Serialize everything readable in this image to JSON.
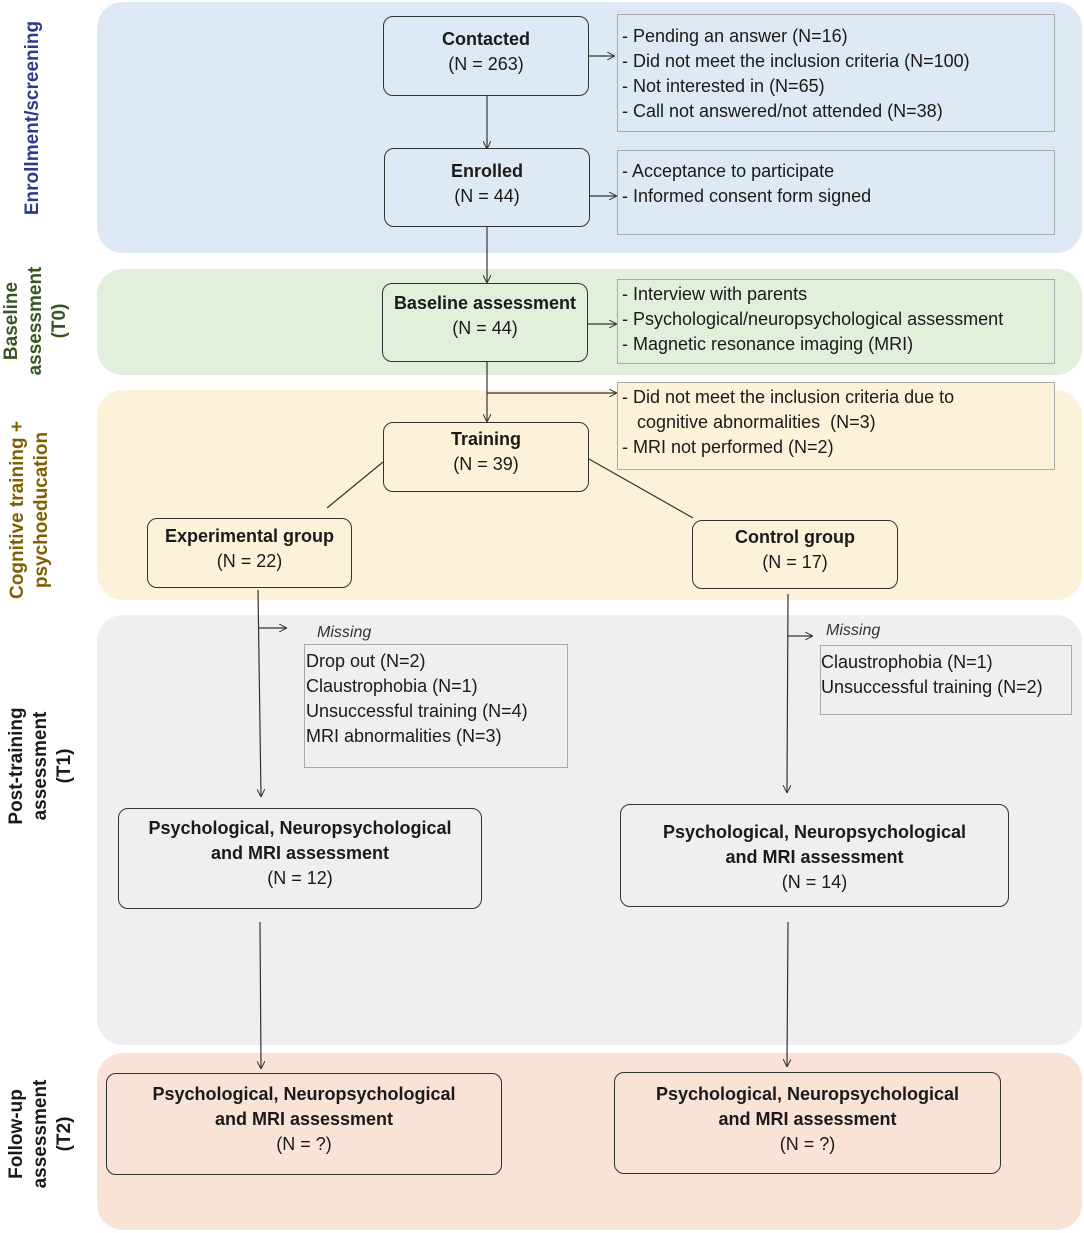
{
  "phases": {
    "enrollment": "Enrollment/screening",
    "baseline_1": "Baseline",
    "baseline_2": "assessment",
    "baseline_3": "(T0)",
    "training_1": "Cognitive training +",
    "training_2": "psychoeducation",
    "post_1": "Post-training",
    "post_2": "assessment",
    "post_3": "(T1)",
    "follow_1": "Follow-up",
    "follow_2": "assessment",
    "follow_3": "(T2)"
  },
  "colors": {
    "enrollment_bg": "#dde9f5",
    "baseline_bg": "#e2efda",
    "training_bg": "#fdf2d9",
    "post_bg": "#efefef",
    "follow_bg": "#f9e2d6",
    "enrollment_text": "#2e3a8c",
    "baseline_text": "#375623",
    "training_text": "#7f5f00",
    "post_text": "#1a1a1a",
    "follow_text": "#1a1a1a"
  },
  "boxes": {
    "contacted": {
      "title": "Contacted",
      "n": "(N = 263)"
    },
    "enrolled": {
      "title": "Enrolled",
      "n": "(N = 44)"
    },
    "baseline": {
      "title": "Baseline assessment",
      "n": "(N = 44)"
    },
    "training": {
      "title": "Training",
      "n": "(N = 39)"
    },
    "experimental": {
      "title": "Experimental group",
      "n": "(N = 22)"
    },
    "control": {
      "title": "Control group",
      "n": "(N = 17)"
    },
    "post_exp": {
      "title1": "Psychological, Neuropsychological",
      "title2": "and MRI assessment",
      "n": "(N = 12)"
    },
    "post_ctrl": {
      "title1": "Psychological, Neuropsychological",
      "title2": "and MRI assessment",
      "n": "(N = 14)"
    },
    "fu_exp": {
      "title1": "Psychological, Neuropsychological",
      "title2": "and MRI assessment",
      "n": "(N = ?)"
    },
    "fu_ctrl": {
      "title1": "Psychological, Neuropsychological",
      "title2": "and MRI assessment",
      "n": "(N = ?)"
    }
  },
  "notes": {
    "contacted": [
      "- Pending an answer (N=16)",
      "- Did not meet the inclusion criteria (N=100)",
      "- Not interested in (N=65)",
      "- Call not answered/not attended (N=38)"
    ],
    "enrolled": [
      "- Acceptance to participate",
      "- Informed consent form signed"
    ],
    "baseline": [
      "- Interview with parents",
      "- Psychological/neuropsychological assessment",
      "- Magnetic resonance imaging (MRI)"
    ],
    "training": [
      "- Did not meet the inclusion criteria due to",
      "   cognitive abnormalities  (N=3)",
      "- MRI not performed (N=2)"
    ],
    "missing_label": "Missing",
    "missing_exp": [
      "Drop out (N=2)",
      "Claustrophobia (N=1)",
      "Unsuccessful training (N=4)",
      "MRI abnormalities (N=3)"
    ],
    "missing_ctrl": [
      "Claustrophobia (N=1)",
      "Unsuccessful training (N=2)"
    ]
  }
}
